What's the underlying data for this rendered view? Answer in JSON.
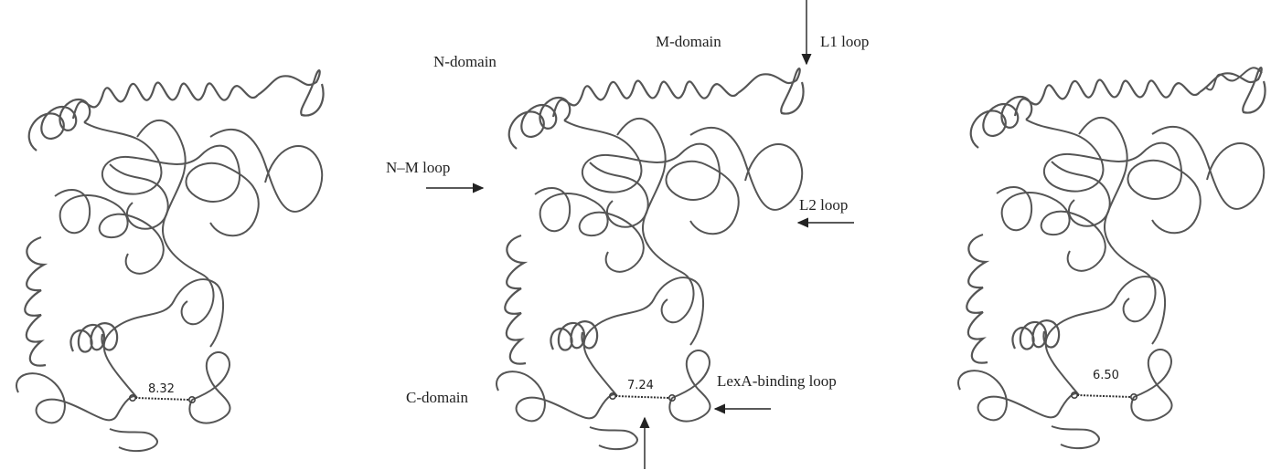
{
  "labels": {
    "n_domain": "N-domain",
    "m_domain": "M-domain",
    "l1_loop": "L1 loop",
    "nm_loop": "N–M loop",
    "l2_loop": "L2 loop",
    "c_domain": "C-domain",
    "lexa_loop": "LexA-binding loop"
  },
  "distances": {
    "left": "8.32",
    "middle": "7.24",
    "right": "6.50"
  },
  "colors": {
    "backbone": "#555555",
    "text": "#222222",
    "background": "#ffffff"
  }
}
